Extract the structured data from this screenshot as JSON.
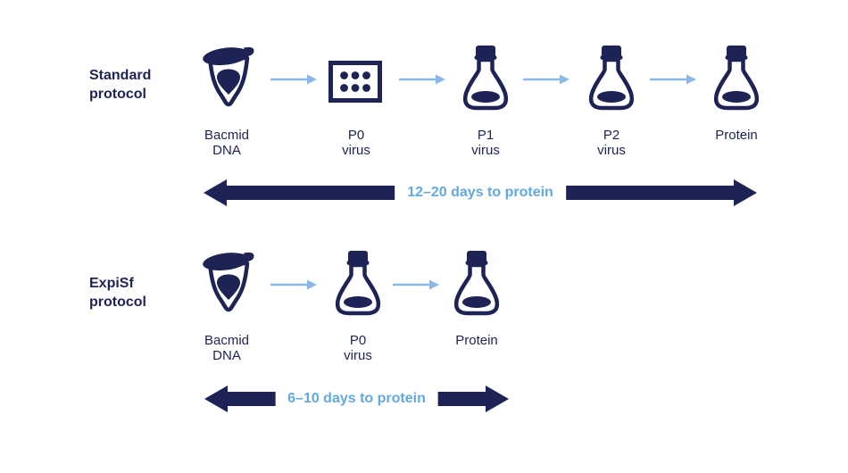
{
  "colors": {
    "navy": "#1e2355",
    "arrow_blue": "#8ab9e8",
    "range_text_blue": "#63a9e0",
    "background": "#ffffff"
  },
  "standard": {
    "label_line1": "Standard",
    "label_line2": "protocol",
    "steps": [
      {
        "icon": "tube",
        "caption_line1": "Bacmid",
        "caption_line2": "DNA"
      },
      {
        "icon": "plate",
        "caption_line1": "P0",
        "caption_line2": "virus"
      },
      {
        "icon": "flask",
        "caption_line1": "P1",
        "caption_line2": "virus"
      },
      {
        "icon": "flask",
        "caption_line1": "P2",
        "caption_line2": "virus"
      },
      {
        "icon": "flask",
        "caption_line1": "Protein",
        "caption_line2": ""
      }
    ],
    "duration_label": "12–20 days to protein"
  },
  "expisf": {
    "label_line1": "ExpiSf",
    "label_line2": "protocol",
    "steps": [
      {
        "icon": "tube",
        "caption_line1": "Bacmid",
        "caption_line2": "DNA"
      },
      {
        "icon": "flask",
        "caption_line1": "P0",
        "caption_line2": "virus"
      },
      {
        "icon": "flask",
        "caption_line1": "Protein",
        "caption_line2": ""
      }
    ],
    "duration_label": "6–10 days to protein"
  }
}
